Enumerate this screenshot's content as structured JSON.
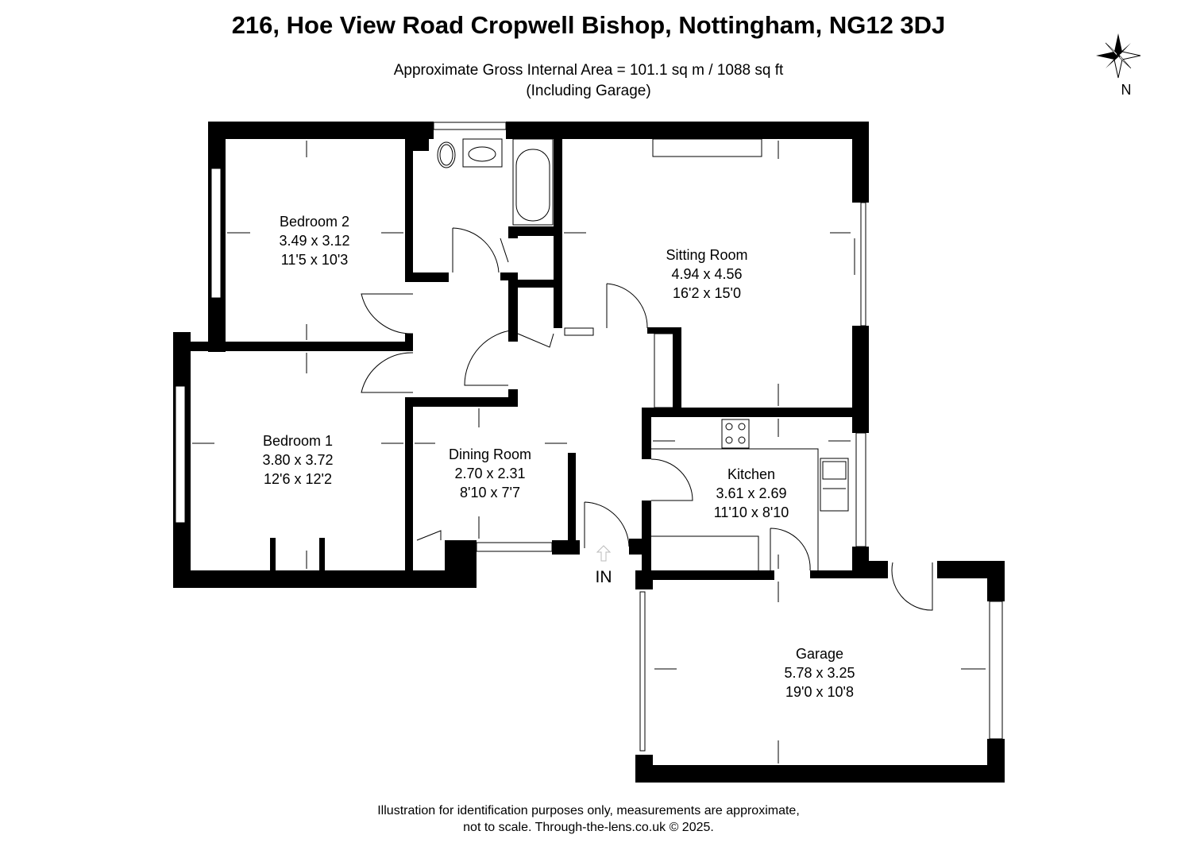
{
  "header": {
    "title": "216, Hoe View Road Cropwell Bishop, Nottingham, NG12 3DJ",
    "area": "Approximate Gross Internal Area = 101.1 sq m / 1088 sq ft",
    "area_note": "(Including Garage)"
  },
  "compass": {
    "label": "N"
  },
  "rooms": [
    {
      "name": "Bedroom 2",
      "metric": "3.49 x 3.12",
      "imperial": "11'5 x 10'3"
    },
    {
      "name": "Bedroom 1",
      "metric": "3.80 x 3.72",
      "imperial": "12'6 x 12'2"
    },
    {
      "name": "Dining Room",
      "metric": "2.70 x 2.31",
      "imperial": "8'10 x 7'7"
    },
    {
      "name": "Sitting Room",
      "metric": "4.94 x 4.56",
      "imperial": "16'2 x 15'0"
    },
    {
      "name": "Kitchen",
      "metric": "3.61 x 2.69",
      "imperial": "11'10 x 8'10"
    },
    {
      "name": "Garage",
      "metric": "5.78 x 3.25",
      "imperial": "19'0 x 10'8"
    }
  ],
  "entrance": {
    "label": "IN"
  },
  "footer": {
    "line1": "Illustration for identification purposes only, measurements are approximate,",
    "line2": "not to scale. Through-the-lens.co.uk © 2025."
  }
}
